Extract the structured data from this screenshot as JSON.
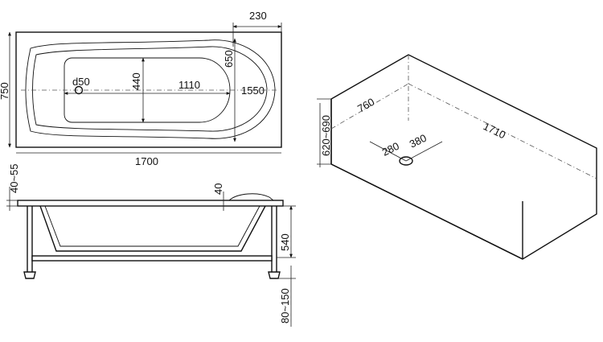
{
  "top_view": {
    "width_total": "230",
    "height_total": "750",
    "inner_height": "650",
    "basin_height": "440",
    "basin_length": "1110",
    "drain": "d50",
    "outer_inner_length": "1550",
    "overall_length": "1700"
  },
  "side_view": {
    "rim_offset": "40~55",
    "rim_thickness": "40",
    "depth": "540",
    "leg_height": "80~150"
  },
  "iso_view": {
    "width": "760",
    "height": "620~690",
    "length": "1710",
    "drain_x": "280",
    "drain_y": "380"
  }
}
